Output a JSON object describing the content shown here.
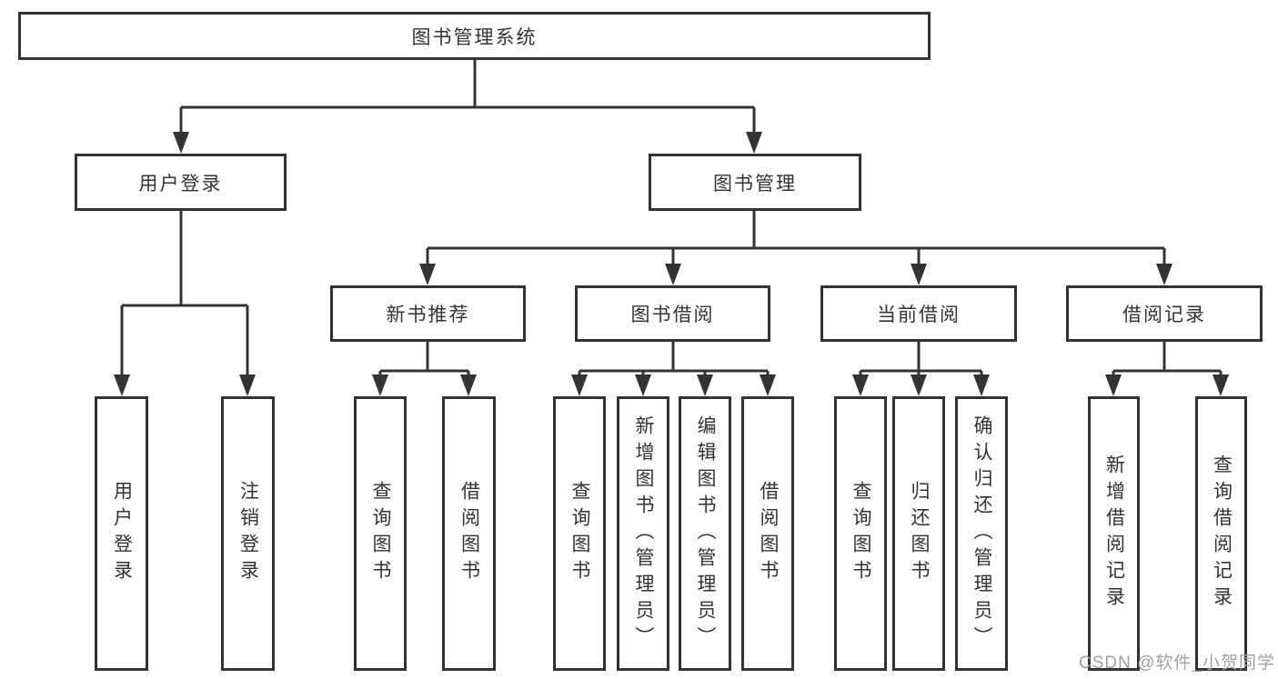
{
  "diagram": {
    "watermark": "CSDN @软件_小贺同学",
    "colors": {
      "line": "#333333",
      "text": "#333333",
      "watermark": "#a0a0a5",
      "background": "#ffffff"
    },
    "tree": {
      "label": "图书管理系统",
      "children": [
        {
          "label": "用户登录",
          "children": [
            {
              "label": "用户登录"
            },
            {
              "label": "注销登录"
            }
          ]
        },
        {
          "label": "图书管理",
          "children": [
            {
              "label": "新书推荐",
              "children": [
                {
                  "label": "查询图书"
                },
                {
                  "label": "借阅图书"
                }
              ]
            },
            {
              "label": "图书借阅",
              "children": [
                {
                  "label": "查询图书"
                },
                {
                  "label": "新增图书（管理员）"
                },
                {
                  "label": "编辑图书（管理员）"
                },
                {
                  "label": "借阅图书"
                }
              ]
            },
            {
              "label": "当前借阅",
              "children": [
                {
                  "label": "查询图书"
                },
                {
                  "label": "归还图书"
                },
                {
                  "label": "确认归还（管理员）"
                }
              ]
            },
            {
              "label": "借阅记录",
              "children": [
                {
                  "label": "新增借阅记录"
                },
                {
                  "label": "查询借阅记录"
                }
              ]
            }
          ]
        }
      ]
    }
  }
}
